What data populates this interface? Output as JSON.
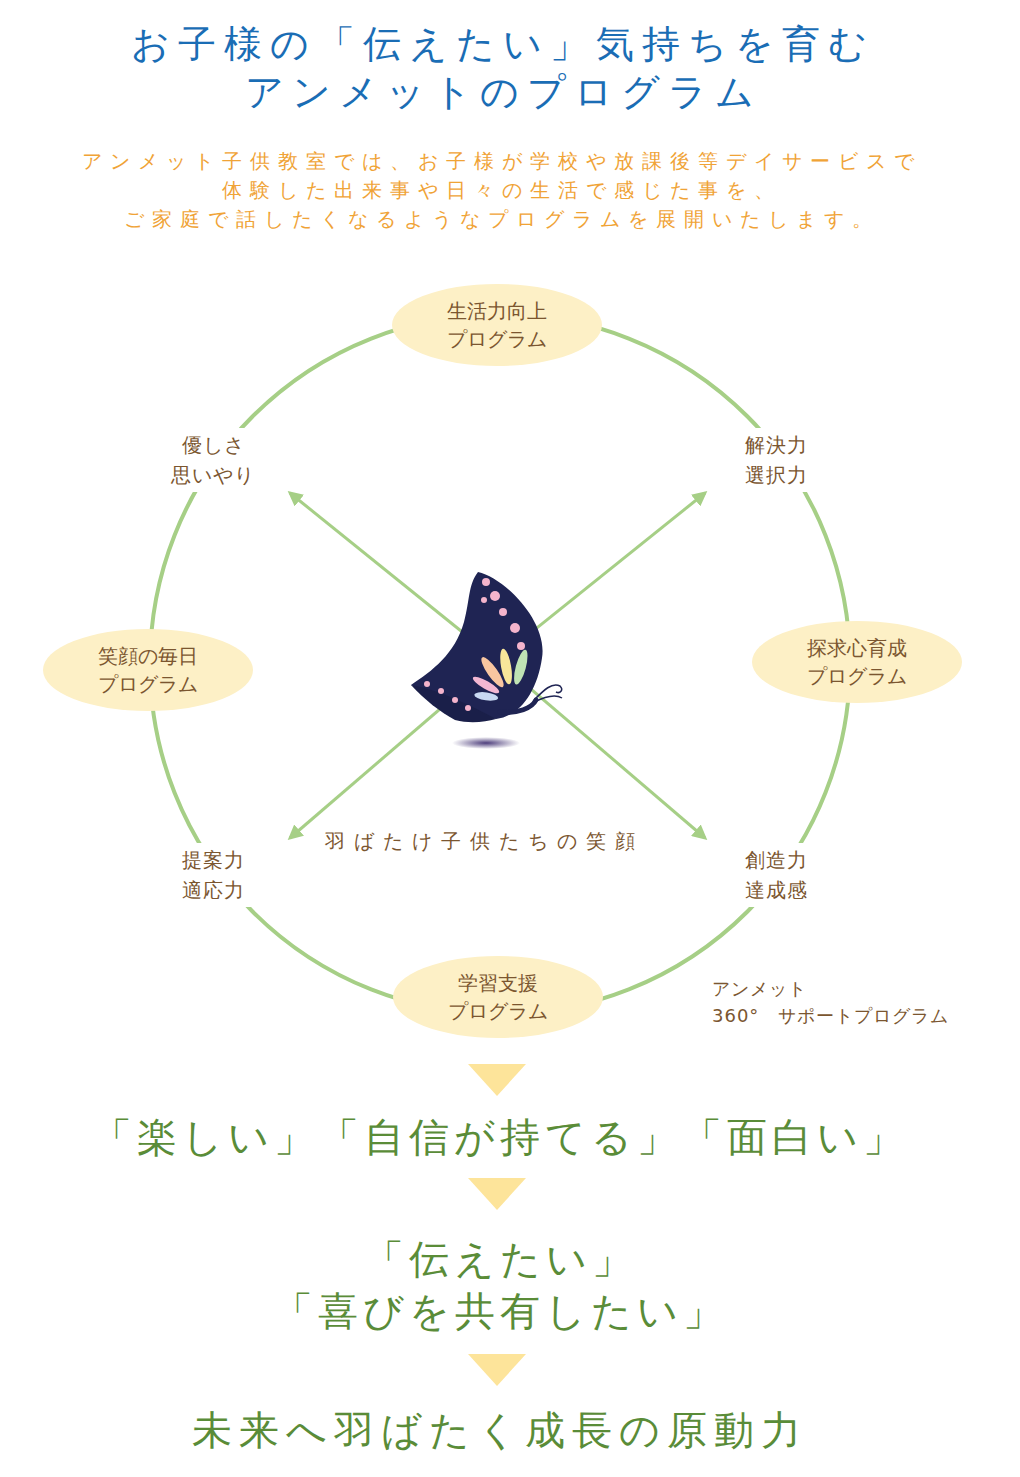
{
  "diagram": {
    "title": "お子様の「伝えたい」気持ちを育む アンメットのプログラム",
    "nodes": [
      {
        "text": [
          "生活力向上 プログラム"
        ]
      },
      {
        "text": [
          "探求心育成 プログラム"
        ]
      },
      {
        "text": [
          "笑顔の毎日 プログラム"
        ]
      },
      {
        "text": [
          "学習支援 プログラム"
        ]
      }
    ],
    "labels": [
      "アンメット子供教室では、お子様が学校や放課後等デイサービスで 体験した出来事や日々の生活で感じた事を、 ご家庭で話したくなるようなプログラムを展開いたします。",
      "優しさ 思いやり",
      "解決力 選択力",
      "提案力 適応力",
      "羽ばたけ子供たちの笑顔",
      "創造力 達成感",
      "アンメット 360°　サポートプログラム",
      "「楽しい」「自信が持てる」「面白い」",
      "「伝えたい」 「喜びを共有したい」",
      "未来へ羽ばたく成長の原動力"
    ]
  }
}
